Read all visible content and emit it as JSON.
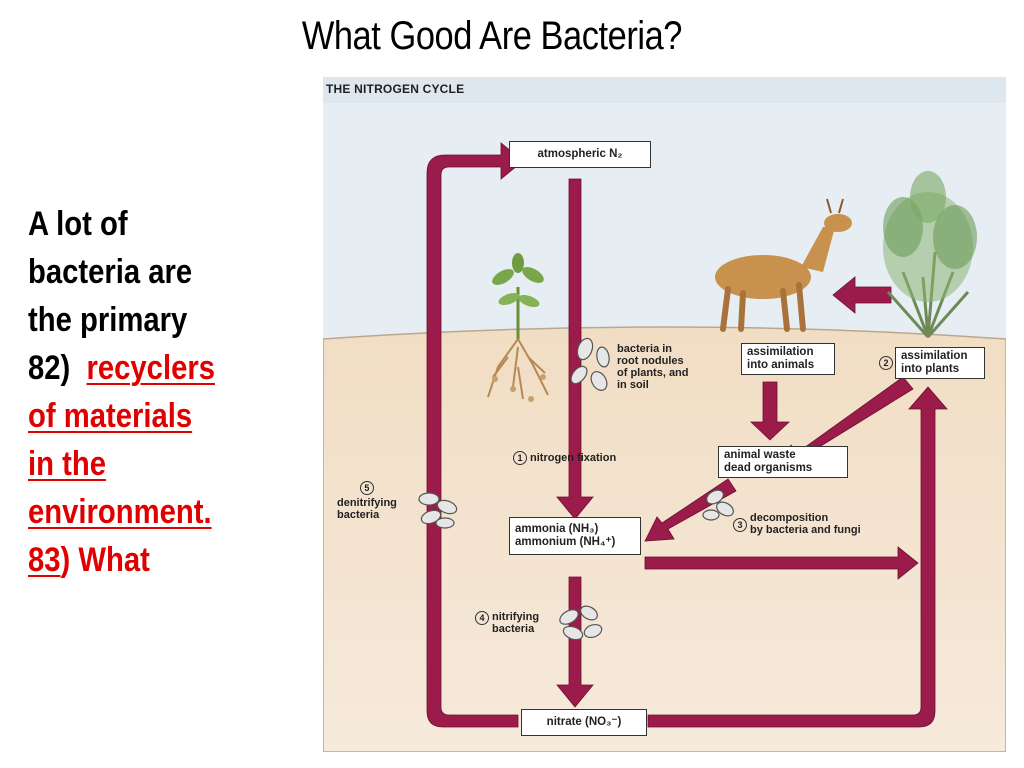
{
  "title": "What Good Are Bacteria?",
  "left_text": {
    "line1": "A lot of",
    "line2": "bacteria are",
    "line3": "the primary",
    "line4_prefix": "82)",
    "line4_answer": "recyclers",
    "line5": "of materials",
    "line6": "in the",
    "line7": "environment.",
    "line8_num": "83",
    "line8_rest": ") What"
  },
  "diagram": {
    "title": "THE NITROGEN CYCLE",
    "boxes": {
      "atmospheric": "atmospheric N₂",
      "assim_animals": "assimilation\ninto animals",
      "assim_plants": "assimilation\ninto plants",
      "animal_waste": "animal waste\ndead organisms",
      "ammonia": "ammonia (NH₃)\nammonium (NH₄⁺)",
      "nitrate": "nitrate (NO₃⁻)"
    },
    "labels": {
      "bacteria_nodules": "bacteria in\nroot nodules\nof plants, and\nin soil",
      "fixation": "nitrogen fixation",
      "fixation_num": "1",
      "decomposition": "decomposition\nby bacteria and fungi",
      "decomposition_num": "3",
      "nitrifying": "nitrifying\nbacteria",
      "nitrifying_num": "4",
      "denitrifying": "denitrifying\nbacteria",
      "denitrifying_num": "5",
      "plants_num": "2"
    },
    "colors": {
      "arrow": "#9b1b4a",
      "soil": "#f3e2cd",
      "sky": "#e6eef4",
      "ground_line": "#b9a78f"
    }
  }
}
